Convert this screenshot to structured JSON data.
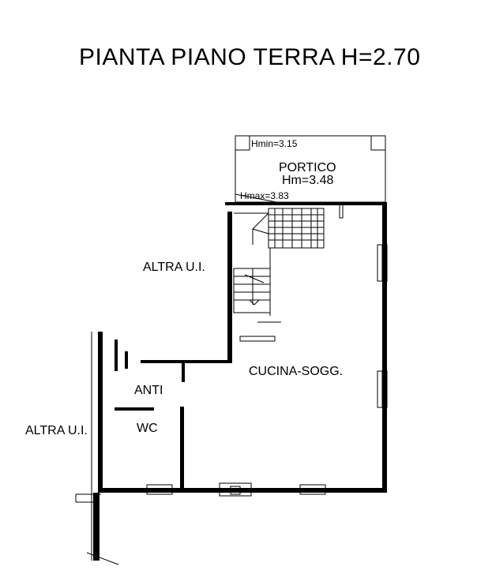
{
  "title": "PIANTA PIANO TERRA H=2.70",
  "portico": {
    "hmin": "Hmin=3.15",
    "label": "PORTICO",
    "hm": "Hm=3.48",
    "hmax": "Hmax=3.83"
  },
  "rooms": {
    "altra_ui_upper": "ALTRA U.I.",
    "altra_ui_left": "ALTRA U.I.",
    "cucina": "CUCINA-SOGG.",
    "anti": "ANTI",
    "wc": "WC"
  }
}
